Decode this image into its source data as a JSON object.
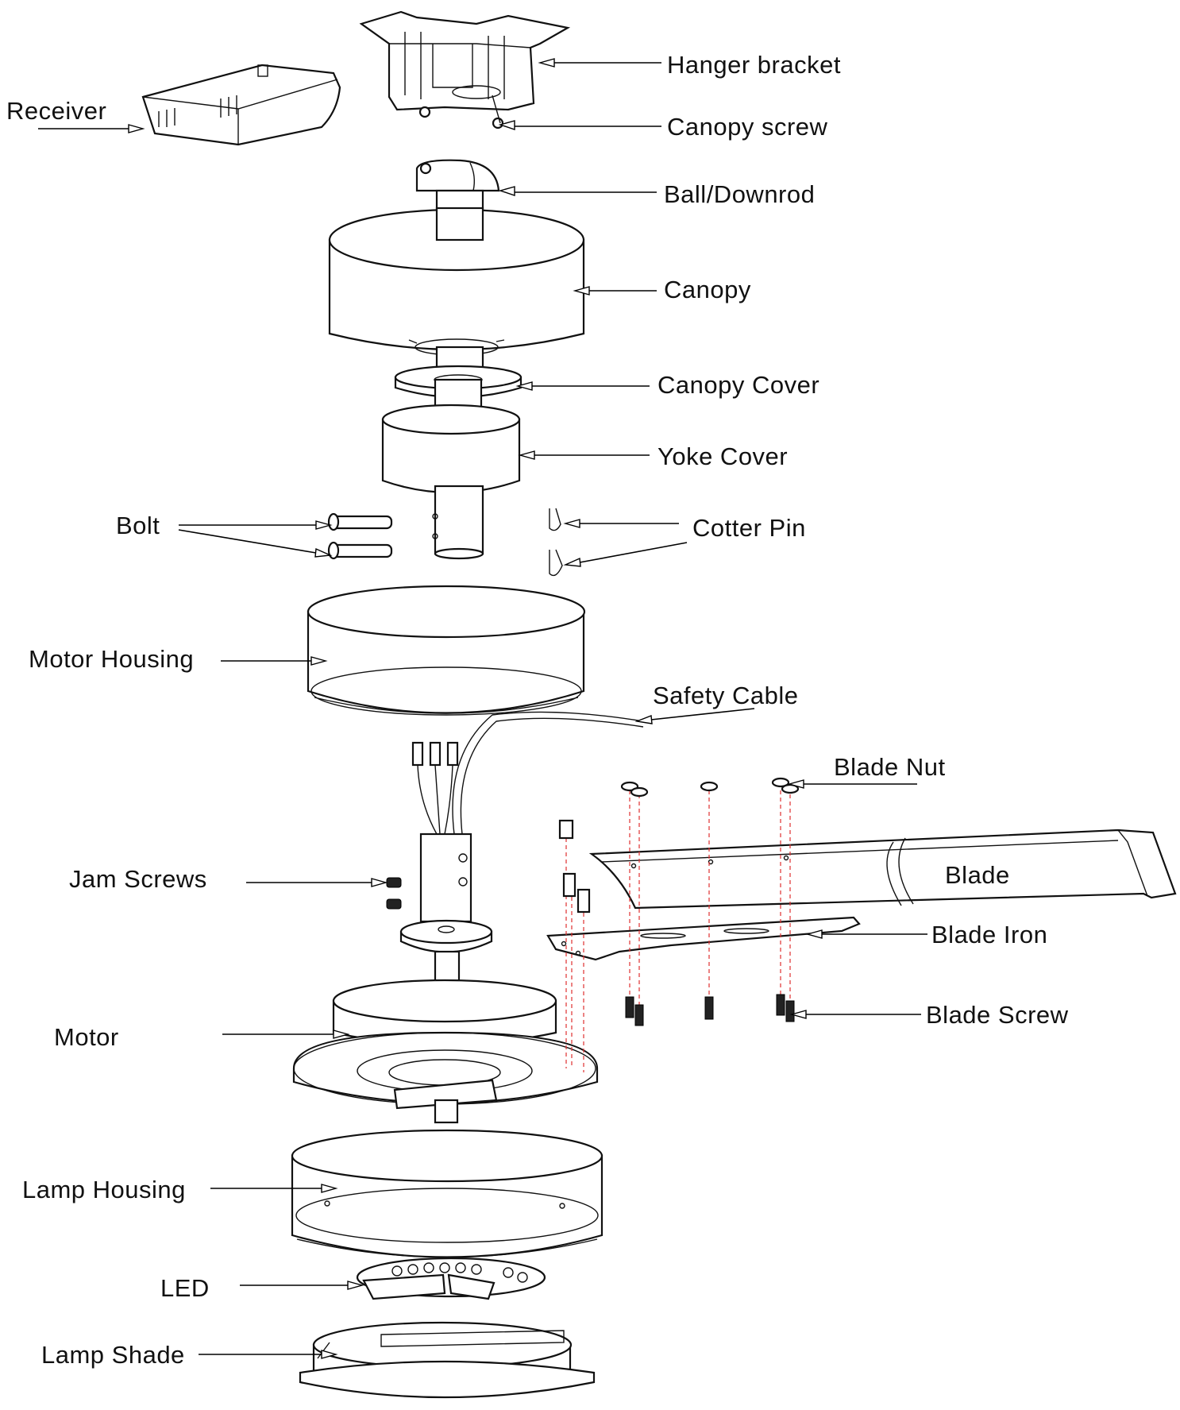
{
  "labels": {
    "receiver": "Receiver",
    "hanger_bracket": "Hanger bracket",
    "canopy_screw": "Canopy screw",
    "ball_downrod": "Ball/Downrod",
    "canopy": "Canopy",
    "canopy_cover": "Canopy Cover",
    "yoke_cover": "Yoke Cover",
    "bolt": "Bolt",
    "cotter_pin": "Cotter Pin",
    "motor_housing": "Motor Housing",
    "safety_cable": "Safety Cable",
    "blade_nut": "Blade Nut",
    "jam_screws": "Jam Screws",
    "blade": "Blade",
    "blade_iron": "Blade Iron",
    "blade_screw": "Blade Screw",
    "motor": "Motor",
    "lamp_housing": "Lamp Housing",
    "led": "LED",
    "lamp_shade": "Lamp Shade"
  }
}
